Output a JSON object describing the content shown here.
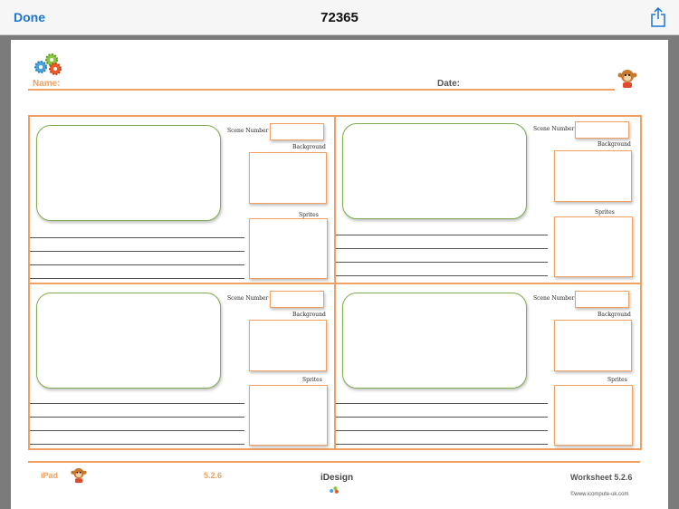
{
  "navbar": {
    "done_label": "Done",
    "title": "72365"
  },
  "header": {
    "name_label": "Name:",
    "date_label": "Date:"
  },
  "panel": {
    "scene_number_label": "Scene Number",
    "background_label": "Background",
    "sprites_label": "Sprites"
  },
  "footer": {
    "device": "iPad",
    "version": "5.2.6",
    "brand": "iDesign",
    "worksheet": "Worksheet 5.2.6",
    "copyright": "©www.icompute-uk.com"
  },
  "colors": {
    "accent_orange": "#f0a062",
    "screen_green": "#7fae52",
    "link_blue": "#1a76d2"
  },
  "icons": {
    "share": "share-icon",
    "logo": "gears-logo-icon",
    "mascot": "monkey-mascot-icon"
  }
}
